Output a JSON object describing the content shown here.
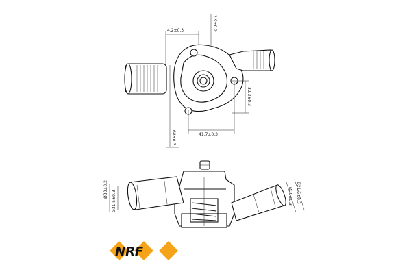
{
  "top_view": {
    "dimensions": {
      "width_top": "4.2±0.3",
      "vertical_top": "2.9±0.2",
      "offset_right": "32.3±0.3",
      "width_bottom": "41.7±0.3",
      "height_left": "68±0.3"
    }
  },
  "side_view": {
    "dimensions": {
      "left_outer_dia": "Ø33±0.2",
      "left_inner_dia": "Ø31.5±0.3",
      "right_outer_dia": "Ø20±0.3",
      "right_inner_dia": "Ø21.5±0.3"
    }
  },
  "logo": {
    "text": "NRF",
    "accent_color": "#f5a31a"
  }
}
